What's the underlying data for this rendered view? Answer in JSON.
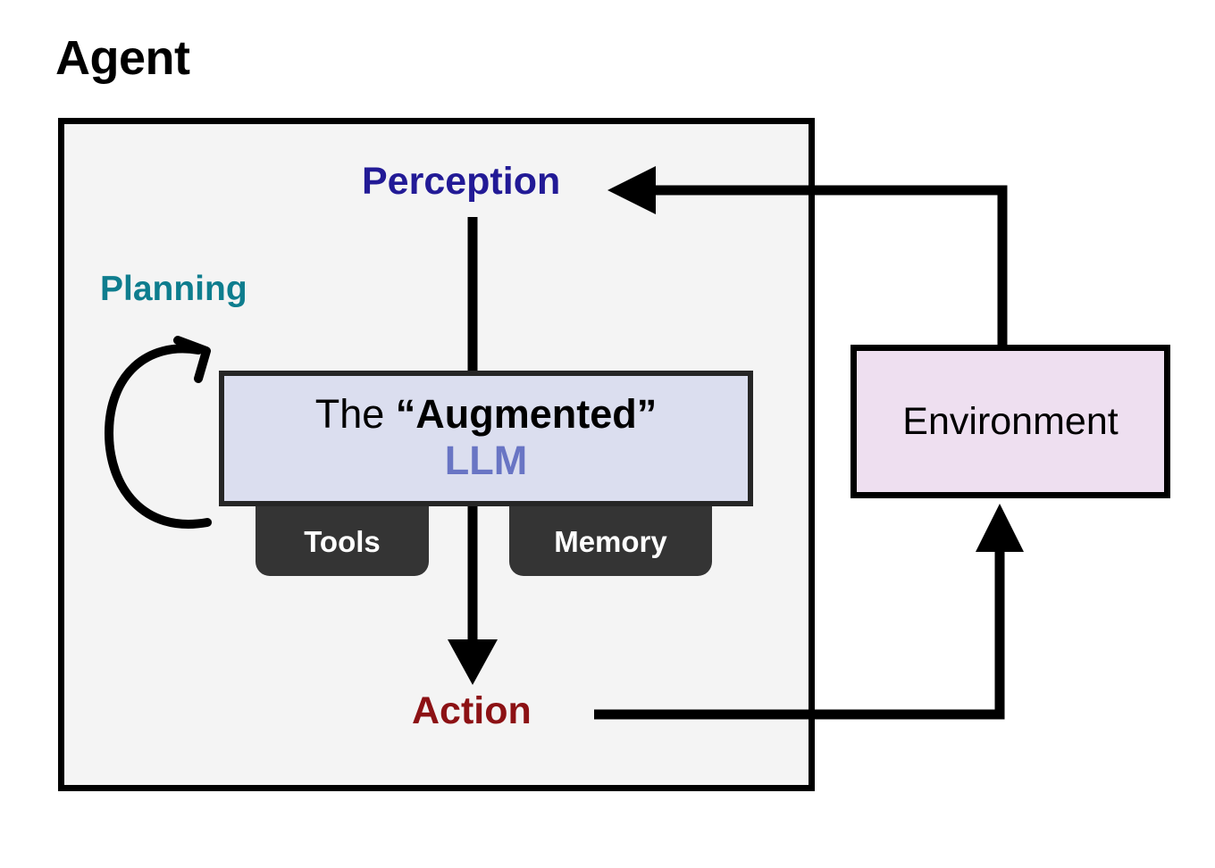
{
  "diagram": {
    "title": "Agent",
    "background_color": "#ffffff",
    "agent_panel": {
      "label": "Agent",
      "fill_color": "#f4f4f4",
      "border_color": "#000000"
    },
    "nodes": {
      "perception": {
        "label": "Perception",
        "color": "#221a96"
      },
      "planning": {
        "label": "Planning",
        "color": "#0e7d8e"
      },
      "action": {
        "label": "Action",
        "color": "#8c1114"
      },
      "llm": {
        "line1_plain": "The ",
        "line1_strong": "“Augmented”",
        "line2": "LLM",
        "line2_color": "#6975c4",
        "fill_color": "#dbdeef",
        "border_color": "#262626"
      },
      "tools": {
        "label": "Tools",
        "fill_color": "#343434",
        "text_color": "#ffffff"
      },
      "memory": {
        "label": "Memory",
        "fill_color": "#343434",
        "text_color": "#ffffff"
      },
      "environment": {
        "label": "Environment",
        "fill_color": "#eedff0",
        "border_color": "#000000",
        "text_color": "#000000"
      }
    },
    "connectors": {
      "perception_to_llm": "perception-to-llm-line",
      "llm_to_action": "llm-to-action-arrow",
      "action_to_environment": "action-to-environment-arrow",
      "environment_to_perception": "environment-to-perception-arrow",
      "planning_self_loop": "planning-self-loop-arrow",
      "stroke_color": "#000000"
    }
  }
}
